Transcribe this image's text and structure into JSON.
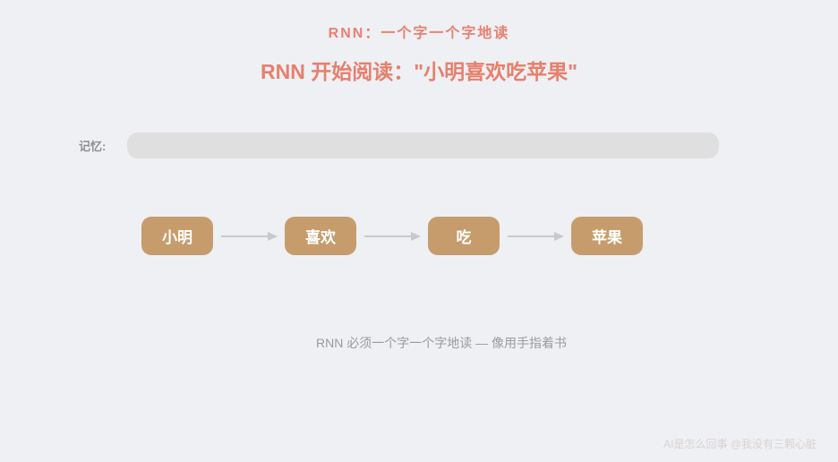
{
  "header": {
    "title": "RNN：一个字一个字地读",
    "subtitle": "RNN 开始阅读：\"小明喜欢吃苹果\""
  },
  "memory": {
    "label": "记忆:",
    "value": ""
  },
  "sequence": {
    "tokens": [
      "小明",
      "喜欢",
      "吃",
      "苹果"
    ]
  },
  "caption": "RNN 必须一个字一个字地读 — 像用手指着书",
  "watermark": "AI是怎么回事 @我没有三颗心脏",
  "colors": {
    "bg": "#eef0f4",
    "title": "#ea8170",
    "subtitle": "#e87f6c",
    "box": "#c79c6d",
    "box-text": "#ffffff",
    "bar": "#dfdfe0",
    "arrow": "#c9c9cc",
    "memory-label": "#8f8f8f",
    "caption": "#9b9b9b",
    "watermark": "#d9d3d0"
  }
}
